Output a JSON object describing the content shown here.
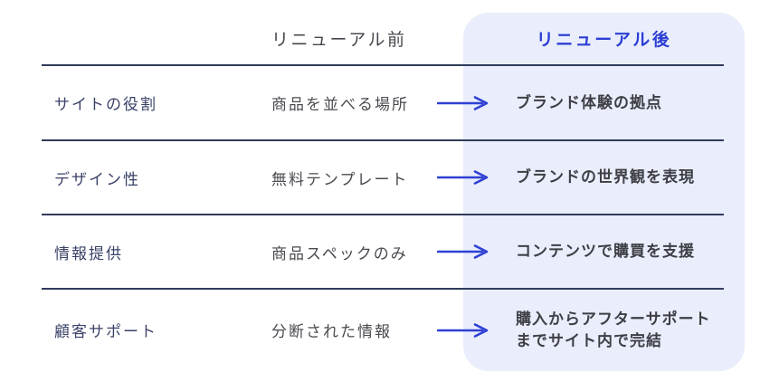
{
  "table": {
    "header": {
      "before": "リニューアル前",
      "after": "リニューアル後"
    },
    "rows": [
      {
        "label": "サイトの役割",
        "before": "商品を並べる場所",
        "after": "ブランド体験の拠点"
      },
      {
        "label": "デザイン性",
        "before": "無料テンプレート",
        "after": "ブランドの世界観を表現"
      },
      {
        "label": "情報提供",
        "before": "商品スペックのみ",
        "after": "コンテンツで購買を支援"
      },
      {
        "label": "顧客サポート",
        "before": "分断された情報",
        "after": "購入からアフターサポート\nまでサイト内で完結"
      }
    ]
  },
  "icons": {
    "row_arrow": "arrow-right"
  },
  "colors": {
    "accent_blue": "#2c3fd3",
    "arrow_blue": "#2e40d4",
    "panel_background": "#e9edfc",
    "divider_navy": "#313c5c",
    "label_navy": "#3a4269",
    "body_gray": "#4a4b50",
    "bold_text_gray": "#3e3f45",
    "page_background": "#ffffff"
  }
}
